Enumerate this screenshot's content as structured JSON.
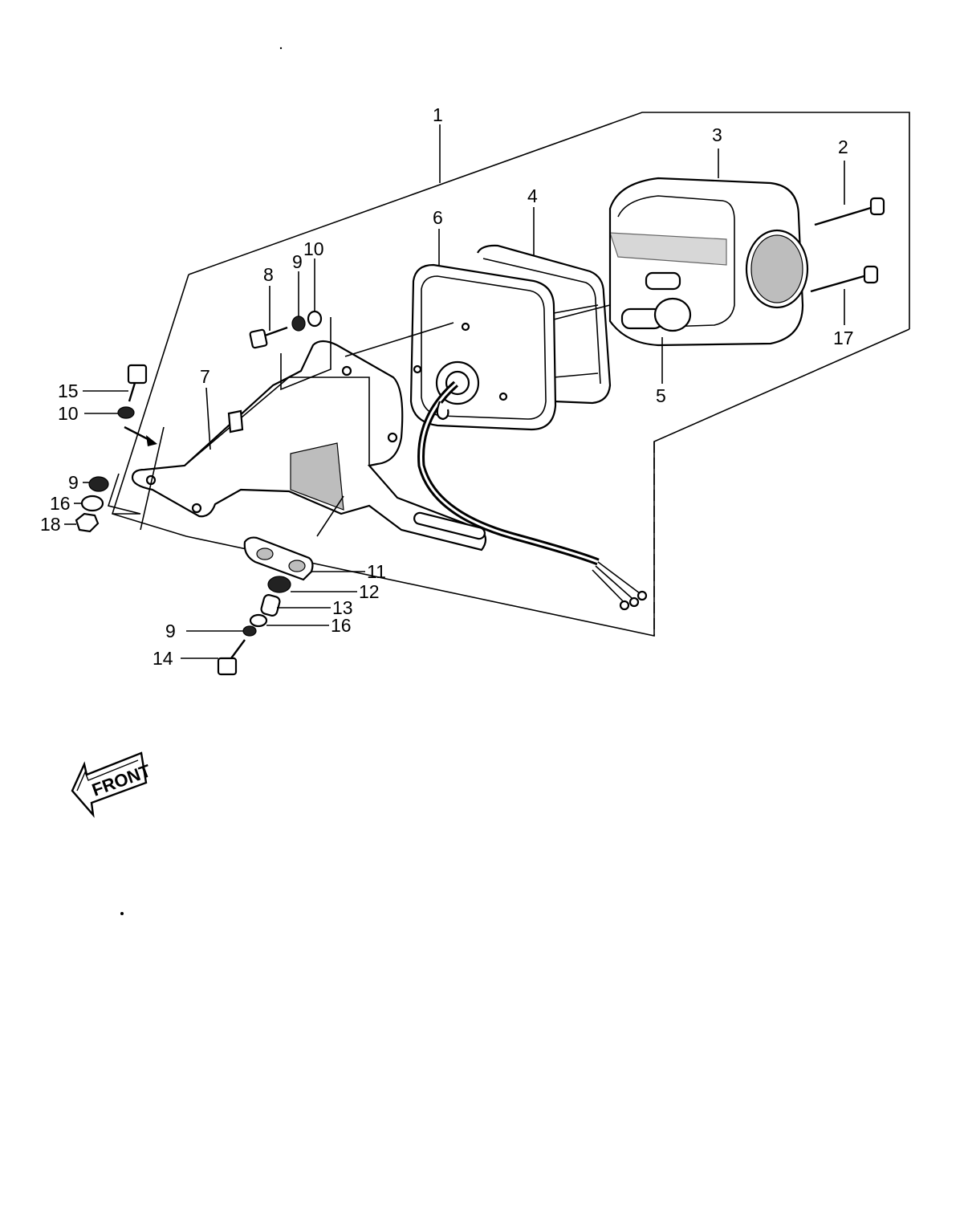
{
  "diagram": {
    "callouts": [
      {
        "id": "c1",
        "text": "1"
      },
      {
        "id": "c2",
        "text": "2"
      },
      {
        "id": "c3",
        "text": "3"
      },
      {
        "id": "c4",
        "text": "4"
      },
      {
        "id": "c5",
        "text": "5"
      },
      {
        "id": "c6",
        "text": "6"
      },
      {
        "id": "c7",
        "text": "7"
      },
      {
        "id": "c8",
        "text": "8"
      },
      {
        "id": "c9a",
        "text": "9"
      },
      {
        "id": "c10a",
        "text": "10"
      },
      {
        "id": "c15",
        "text": "15"
      },
      {
        "id": "c10b",
        "text": "10"
      },
      {
        "id": "c9b",
        "text": "9"
      },
      {
        "id": "c16a",
        "text": "16"
      },
      {
        "id": "c18",
        "text": "18"
      },
      {
        "id": "c11",
        "text": "11"
      },
      {
        "id": "c12",
        "text": "12"
      },
      {
        "id": "c13",
        "text": "13"
      },
      {
        "id": "c16b",
        "text": "16"
      },
      {
        "id": "c9c",
        "text": "9"
      },
      {
        "id": "c14",
        "text": "14"
      },
      {
        "id": "c17",
        "text": "17"
      }
    ],
    "direction_arrow": {
      "text": "FRONT",
      "icon": "left-arrow-icon"
    },
    "colors": {
      "ink": "#000000",
      "paper": "#ffffff"
    }
  }
}
